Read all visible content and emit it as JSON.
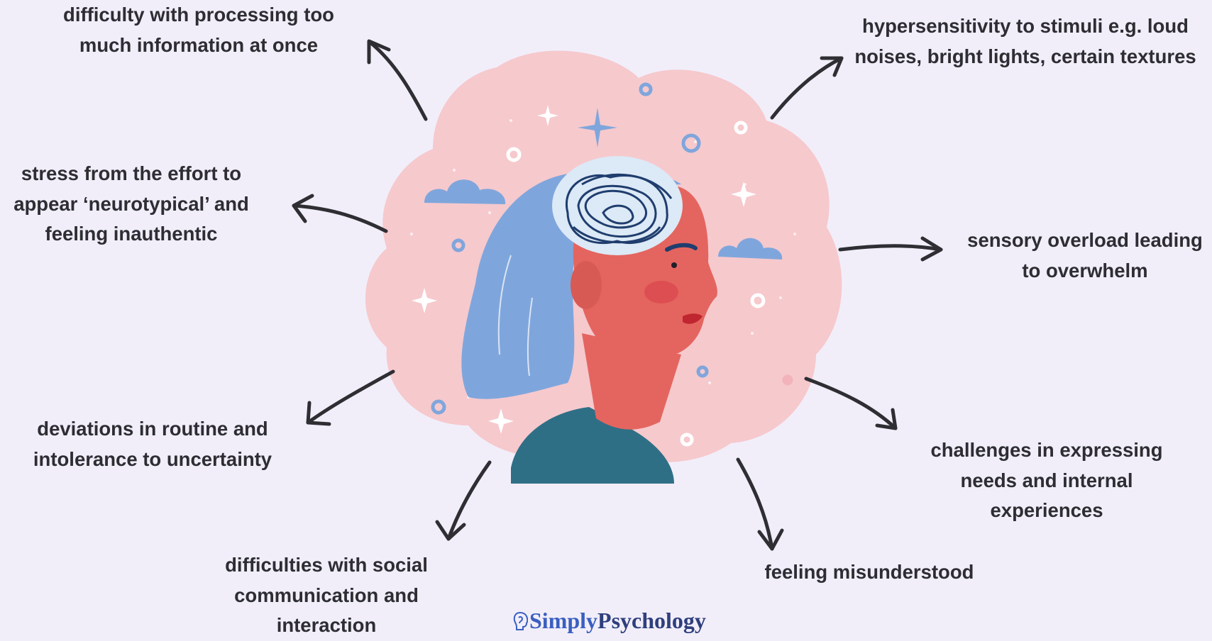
{
  "labels": {
    "processing": "difficulty with processing too\nmuch information at once",
    "hypersensitivity": "hypersensitivity to stimuli e.g. loud\nnoises, bright lights, certain textures",
    "stress": "stress from the effort to\nappear ‘neurotypical’ and\nfeeling inauthentic",
    "overload": "sensory overload leading\nto overwhelm",
    "routine": "deviations in routine and\nintolerance to uncertainty",
    "expressing": "challenges in expressing\nneeds and internal\nexperiences",
    "social": "difficulties with social\ncommunication and\ninteraction",
    "misunderstood": "feeling misunderstood"
  },
  "brand": {
    "part1": "Simply",
    "part2": "Psychology"
  },
  "colors": {
    "background": "#f1eefa",
    "cloud": "#f6c9cd",
    "skin": "#e4655f",
    "hair": "#7fa6dc",
    "scribble": "#1f3d6e",
    "shirt": "#2f6f86",
    "arrow": "#2e2e33",
    "text": "#2d2d33"
  }
}
